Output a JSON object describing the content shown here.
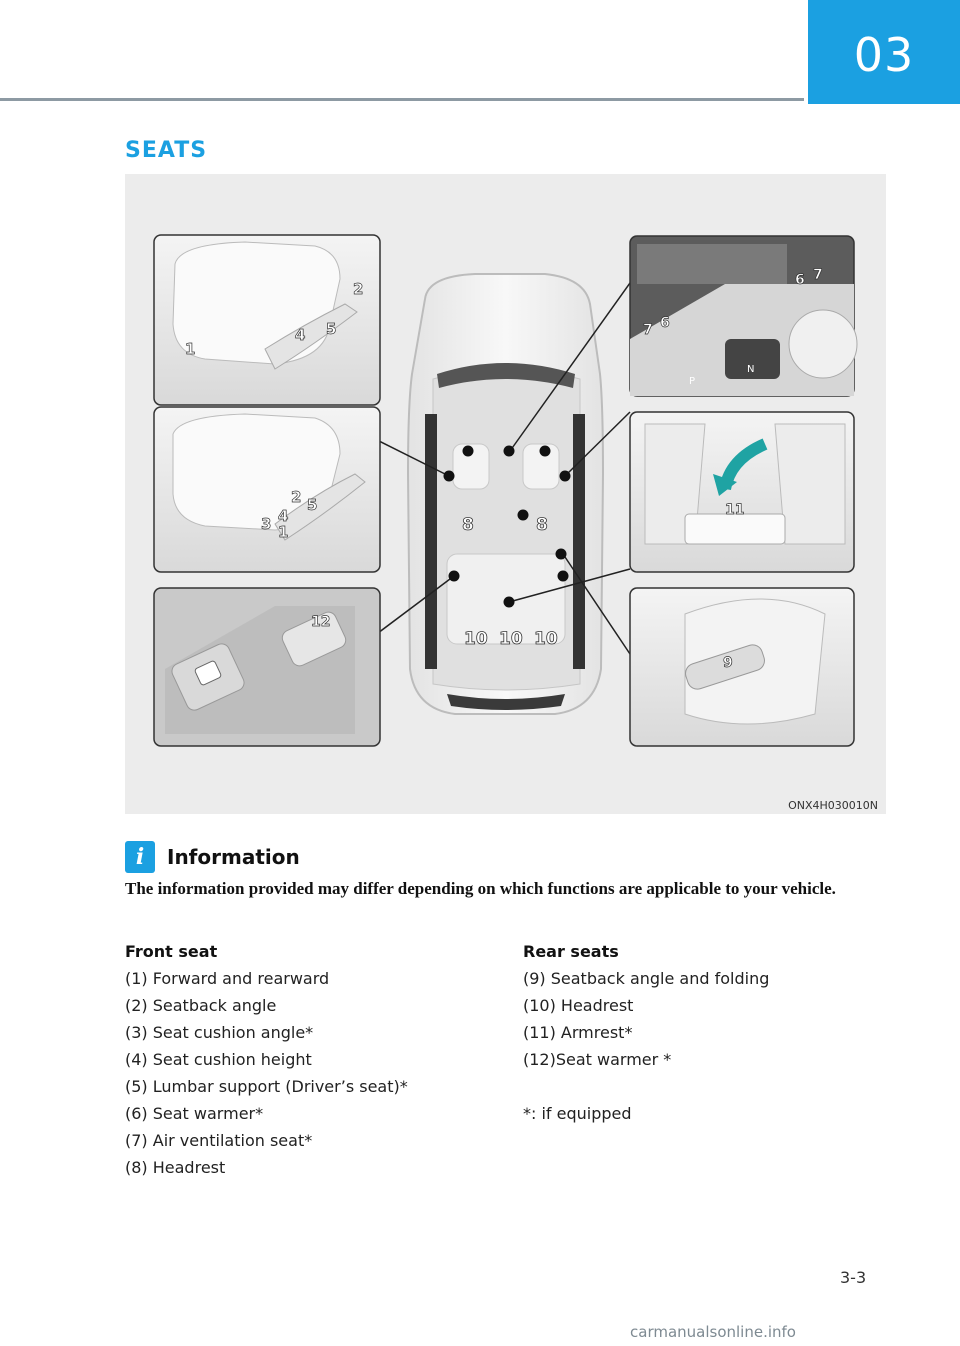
{
  "header": {
    "chapter": "03",
    "section_title": "SEATS"
  },
  "figure": {
    "code": "ONX4H030010N",
    "callouts": {
      "front_seat_panel": [
        "1",
        "4",
        "5",
        "2"
      ],
      "driver_seat_panel": [
        "3",
        "4",
        "2",
        "5",
        "1"
      ],
      "door_switch_panel": [
        "12"
      ],
      "console_panel": [
        "6",
        "7",
        "7",
        "6"
      ],
      "rear_armrest_panel": [
        "11"
      ],
      "rear_door_panel": [
        "9"
      ],
      "car_labels": [
        "8",
        "8",
        "10",
        "10",
        "10"
      ],
      "shifter_labels": [
        "P",
        "N"
      ]
    }
  },
  "info": {
    "icon_glyph": "i",
    "title": "Information",
    "text": "The information provided may differ depending on which functions are applicable to your vehicle."
  },
  "front_seat": {
    "heading": "Front seat",
    "items": [
      "(1)  Forward and rearward",
      "(2)  Seatback angle",
      "(3)  Seat cushion angle*",
      "(4)  Seat cushion height",
      "(5)  Lumbar support (Driver’s seat)*",
      "(6)  Seat warmer*",
      "(7)  Air ventilation seat*",
      "(8)  Headrest"
    ]
  },
  "rear_seats": {
    "heading": "Rear seats",
    "items": [
      "(9)  Seatback angle and folding",
      "(10)  Headrest",
      "(11) Armrest*",
      "(12)Seat warmer *"
    ],
    "note": "*: if equipped"
  },
  "footer": {
    "page_number": "3-3",
    "watermark": "carmanualsonline.info"
  },
  "colors": {
    "accent": "#1ba0e1",
    "rule": "#8d9aa3",
    "figure_bg": "#ececec",
    "arrow": "#1fa3a3"
  }
}
